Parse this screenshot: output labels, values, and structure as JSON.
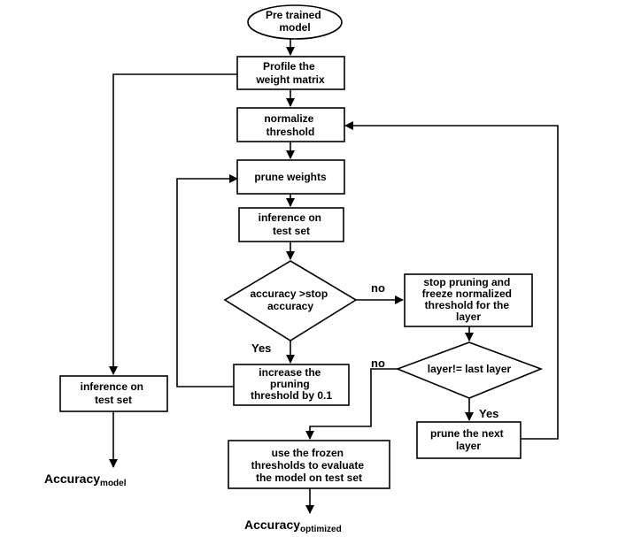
{
  "nodes": {
    "start": [
      "Pre trained",
      "model"
    ],
    "profile": [
      "Profile the",
      "weight matrix"
    ],
    "normalize": [
      "normalize",
      "threshold"
    ],
    "prune": [
      "prune weights"
    ],
    "inference_test": [
      "inference on",
      "test set"
    ],
    "decision_accuracy": [
      "accuracy >stop",
      "accuracy"
    ],
    "increase": [
      "increase the",
      "pruning",
      "threshold by 0.1"
    ],
    "stop_freeze": [
      "stop pruning and",
      "freeze normalized",
      "threshold for the",
      "layer"
    ],
    "decision_layer": [
      "layer!= last layer"
    ],
    "prune_next": [
      "prune the next",
      "layer"
    ],
    "use_frozen": [
      "use the frozen",
      "thresholds to evaluate",
      "the model on test set"
    ],
    "inference_model": [
      "inference on",
      "test set"
    ]
  },
  "edge_labels": {
    "accuracy_no": "no",
    "accuracy_yes": "Yes",
    "layer_no": "no",
    "layer_yes": "Yes"
  },
  "outputs": {
    "model": {
      "main": "Accuracy",
      "sub": "model"
    },
    "optimized": {
      "main": "Accuracy",
      "sub": "optimized"
    }
  }
}
